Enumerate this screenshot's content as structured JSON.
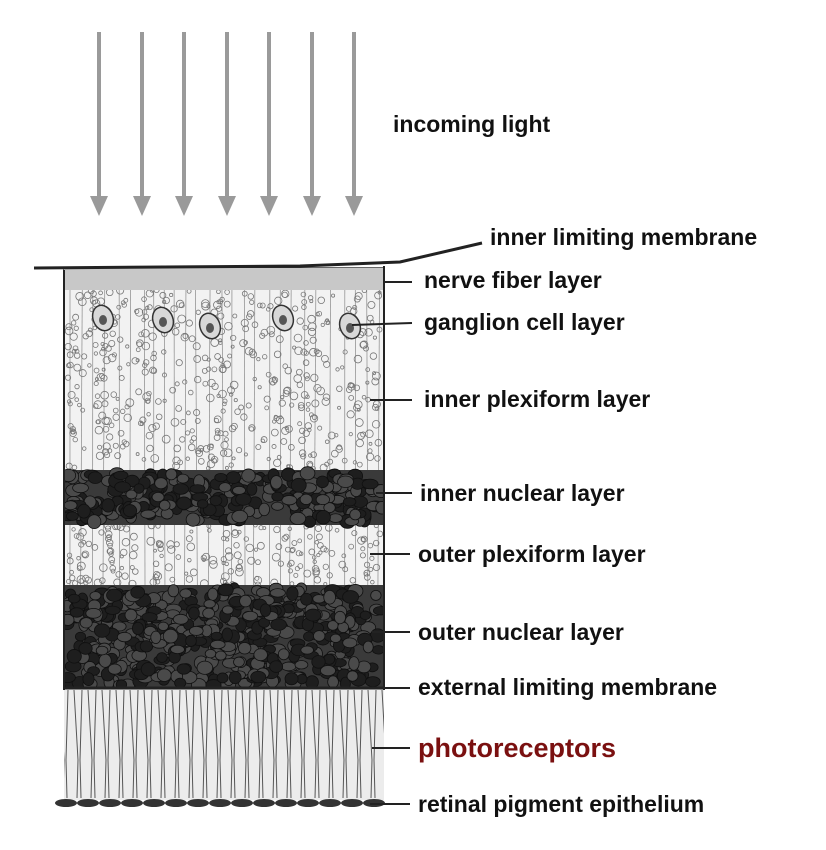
{
  "diagram": {
    "arrow_color": "#9a9a9a",
    "tissue_color": "#2a2a2a",
    "highlight_color": "#7a1010",
    "incoming_light": "incoming light",
    "layers": [
      {
        "id": "inner-limiting-membrane",
        "label": "inner limiting membrane"
      },
      {
        "id": "nerve-fiber-layer",
        "label": "nerve fiber layer"
      },
      {
        "id": "ganglion-cell-layer",
        "label": "ganglion cell layer"
      },
      {
        "id": "inner-plexiform-layer",
        "label": "inner plexiform layer"
      },
      {
        "id": "inner-nuclear-layer",
        "label": "inner nuclear layer"
      },
      {
        "id": "outer-plexiform-layer",
        "label": "outer plexiform layer"
      },
      {
        "id": "outer-nuclear-layer",
        "label": "outer nuclear layer"
      },
      {
        "id": "external-limiting-membrane",
        "label": "external limiting membrane"
      },
      {
        "id": "photoreceptors",
        "label": "photoreceptors",
        "highlight": true
      },
      {
        "id": "retinal-pigment-epithelium",
        "label": "retinal pigment epithelium"
      }
    ]
  }
}
